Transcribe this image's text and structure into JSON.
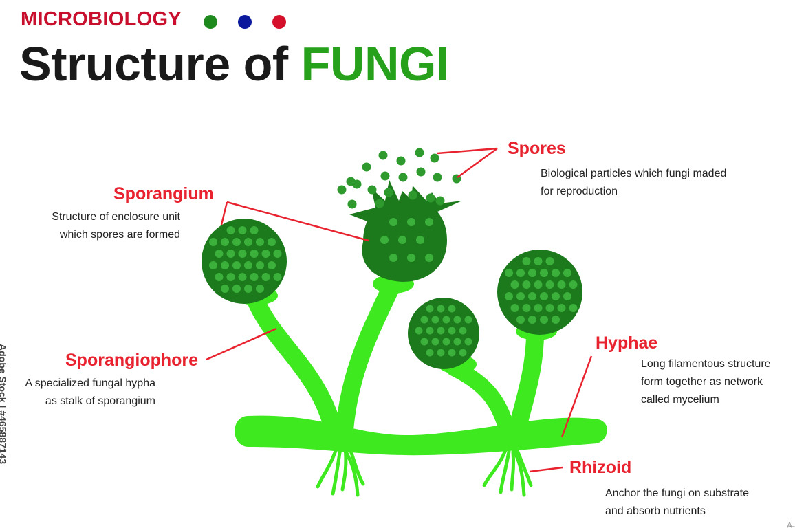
{
  "header": {
    "kicker": "MICROBIOLOGY",
    "title_main": "Structure of ",
    "title_accent": "FUNGI",
    "dot_colors": [
      "#1e8a1e",
      "#0b1a9c",
      "#d4102a"
    ]
  },
  "labels": {
    "spores": {
      "title": "Spores",
      "lines": [
        "Biological particles which fungi maded",
        "for reproduction"
      ]
    },
    "sporangium": {
      "title": "Sporangium",
      "lines": [
        "Structure of enclosure unit",
        "which spores are formed"
      ]
    },
    "sporangiophore": {
      "title": "Sporangiophore",
      "lines": [
        "A specialized fungal hypha",
        "as stalk of sporangium"
      ]
    },
    "hyphae": {
      "title": "Hyphae",
      "lines": [
        "Long filamentous structure",
        "form together as network",
        "called mycelium"
      ]
    },
    "rhizoid": {
      "title": "Rhizoid",
      "lines": [
        "Anchor the fungi on substrate",
        "and absorb nutrients"
      ]
    }
  },
  "colors": {
    "hypha": "#3eea1f",
    "sporangium": "#1c7a1c",
    "spore_dot": "#3bb03b",
    "label_red": "#e8222e",
    "title_green": "#27a11c"
  },
  "watermark": {
    "side_text": "Adobe Stock | #465887143",
    "corner_text": "A̶"
  }
}
